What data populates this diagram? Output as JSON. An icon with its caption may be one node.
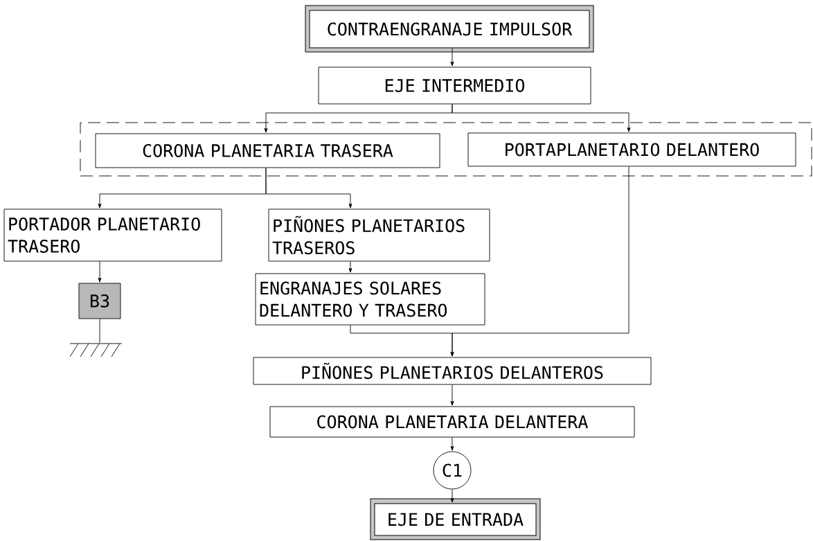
{
  "diagram": {
    "nodes": [
      {
        "text": [
          "CONTRAENGRANAJE IMPULSOR"
        ]
      },
      {
        "text": [
          "EJE INTERMEDIO"
        ]
      },
      {
        "text": [],
        "shape": "box"
      },
      {
        "text": [
          "CORONA PLANETARIA TRASERA"
        ],
        "in": 2
      },
      {
        "text": [
          "PORTAPLANETARIO DELANTERO"
        ],
        "in": 2
      },
      {
        "text": [
          "PORTADOR PLANETARIO TRASERO"
        ]
      },
      {
        "text": [
          "PIÑONES PLANETARIOS TRASEROS"
        ]
      },
      {
        "text": [
          "ENGRANAJES SOLARES DELANTERO Y TRASERO"
        ]
      },
      {
        "text": [
          "B3"
        ]
      },
      {
        "text": [],
        "shape": "ground"
      },
      {
        "text": [
          "PIÑONES PLANETARIOS DELANTEROS"
        ]
      },
      {
        "text": [
          "CORONA PLANETARIA DELANTERA"
        ]
      },
      {
        "text": [
          "C1"
        ]
      },
      {
        "text": [
          "EJE DE ENTRADA"
        ]
      }
    ],
    "edges": [
      {
        "from": 0,
        "to": 1,
        "arrow": "to"
      },
      {
        "from": 1,
        "to": 3,
        "arrow": "to"
      },
      {
        "from": 1,
        "to": 4,
        "arrow": "to"
      },
      {
        "from": 3,
        "to": 5,
        "arrow": "to"
      },
      {
        "from": 3,
        "to": 6,
        "arrow": "to"
      },
      {
        "from": 5,
        "to": 8,
        "arrow": "to"
      },
      {
        "from": 8,
        "to": 9,
        "arrow": "none"
      },
      {
        "from": 6,
        "to": 7,
        "arrow": "to"
      },
      {
        "from": 7,
        "to": 10,
        "arrow": "to"
      },
      {
        "from": 4,
        "to": 10,
        "arrow": "to"
      },
      {
        "from": 10,
        "to": 11,
        "arrow": "to"
      },
      {
        "from": 11,
        "to": 12,
        "arrow": "to"
      },
      {
        "from": 12,
        "to": 13,
        "arrow": "to"
      }
    ]
  }
}
